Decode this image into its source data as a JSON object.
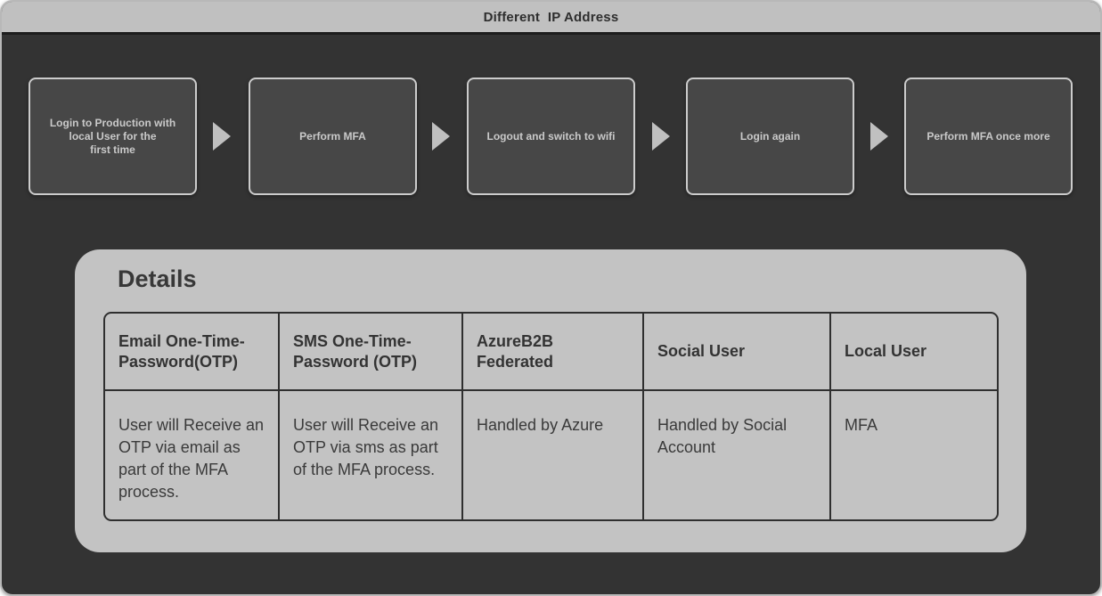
{
  "title": "Different  IP Address",
  "flow": {
    "steps": [
      {
        "label": "Login to Production with\nlocal User for the\nfirst time"
      },
      {
        "label": "Perform MFA"
      },
      {
        "label": "Logout and switch to wifi"
      },
      {
        "label": "Login again"
      },
      {
        "label": "Perform MFA once more"
      }
    ],
    "connector_icon": "arrow-right-triangle"
  },
  "details": {
    "heading": "Details",
    "table": {
      "headers": [
        "Email One-Time-Password(OTP)",
        "SMS One-Time-Password (OTP)",
        "AzureB2B Federated",
        "Social User",
        "Local User"
      ],
      "row": [
        "User will Receive an OTP via email as part of the MFA process.",
        "User will Receive an OTP via sms as part of the MFA process.",
        "Handled by Azure",
        "Handled by Social Account",
        "MFA"
      ]
    }
  },
  "colors": {
    "background": "#333333",
    "titlebar": "#c0c0c0",
    "box_fill": "#474747",
    "box_border": "#cccccc",
    "box_text": "#c9c9c9",
    "arrow": "#c0c0c0",
    "panel": "#c3c3c3",
    "table_border": "#2f2f2f",
    "text_dark": "#333333"
  }
}
